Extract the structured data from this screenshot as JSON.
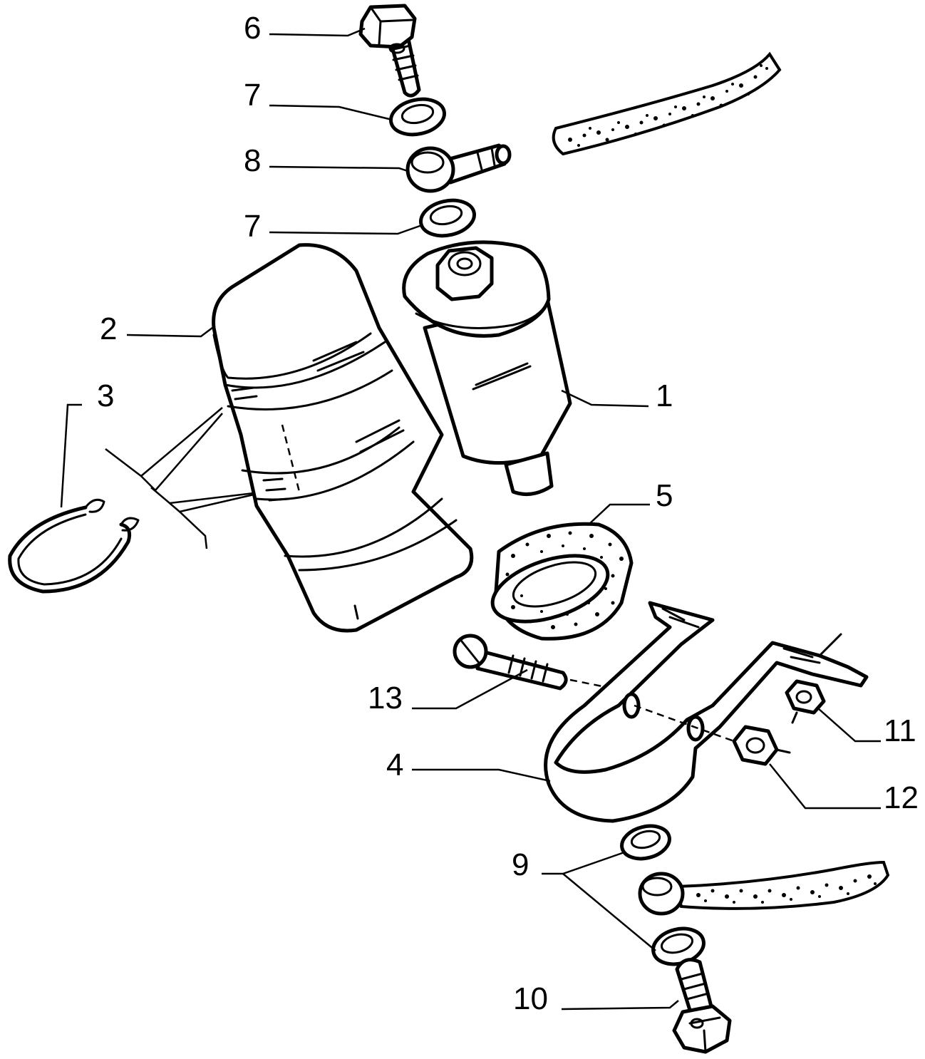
{
  "callouts": {
    "c1": "1",
    "c2": "2",
    "c3": "3",
    "c4": "4",
    "c5": "5",
    "c6": "6",
    "c7a": "7",
    "c7b": "7",
    "c8": "8",
    "c9": "9",
    "c10": "10",
    "c11": "11",
    "c12": "12",
    "c13": "13"
  },
  "colors": {
    "line": "#000000",
    "background": "#ffffff"
  },
  "parts": [
    {
      "callout": "1",
      "name": "fuel-filter"
    },
    {
      "callout": "2",
      "name": "filter-cover"
    },
    {
      "callout": "3",
      "name": "retaining-clip"
    },
    {
      "callout": "4",
      "name": "mounting-bracket"
    },
    {
      "callout": "5",
      "name": "rubber-sleeve"
    },
    {
      "callout": "6",
      "name": "banjo-bolt-upper"
    },
    {
      "callout": "7",
      "name": "sealing-washer"
    },
    {
      "callout": "8",
      "name": "banjo-union-upper"
    },
    {
      "callout": "9",
      "name": "sealing-washer-lower"
    },
    {
      "callout": "10",
      "name": "banjo-bolt-lower"
    },
    {
      "callout": "11",
      "name": "nut"
    },
    {
      "callout": "12",
      "name": "nut"
    },
    {
      "callout": "13",
      "name": "bolt"
    }
  ]
}
